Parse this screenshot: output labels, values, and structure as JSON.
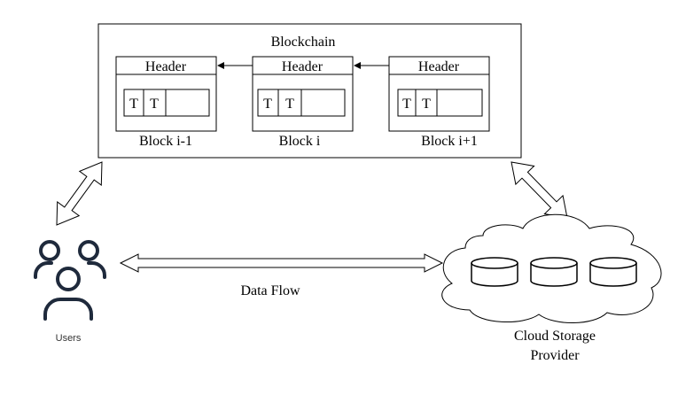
{
  "blockchain": {
    "title": "Blockchain",
    "blocks": [
      {
        "header": "Header",
        "tx": [
          "T",
          "T"
        ],
        "label": "Block i-1"
      },
      {
        "header": "Header",
        "tx": [
          "T",
          "T"
        ],
        "label": "Block i"
      },
      {
        "header": "Header",
        "tx": [
          "T",
          "T"
        ],
        "label": "Block i+1"
      }
    ]
  },
  "users": {
    "label": "Users"
  },
  "data_flow": {
    "label": "Data Flow"
  },
  "cloud": {
    "label_line1": "Cloud Storage",
    "label_line2": "Provider"
  },
  "colors": {
    "stroke": "#000000",
    "users_icon": "#1f2a3c",
    "fill": "#ffffff"
  }
}
